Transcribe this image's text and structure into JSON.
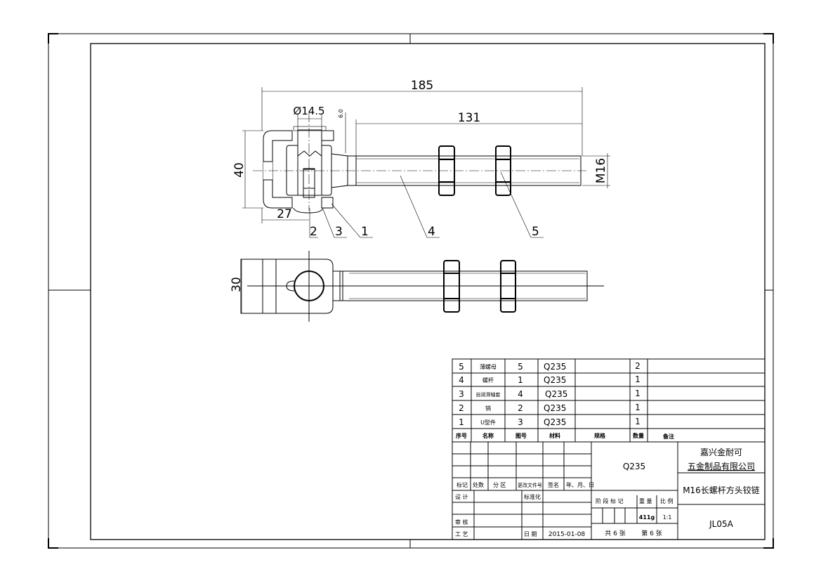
{
  "drawing": {
    "dims": {
      "overall_length": "185",
      "thread_length": "131",
      "bore": "Ø14.5",
      "gap": "6.0",
      "head_height": "40",
      "offset": "27",
      "thread": "M16",
      "width": "30"
    },
    "balloons": [
      "2",
      "3",
      "1",
      "4",
      "5"
    ]
  },
  "parts_list": {
    "header": [
      "序号",
      "名称",
      "图号",
      "材料",
      "规格",
      "数量",
      "备注"
    ],
    "rows": [
      {
        "no": "5",
        "name": "薄螺母",
        "drawing_no": "5",
        "material": "Q235",
        "spec": "",
        "qty": "2",
        "remark": ""
      },
      {
        "no": "4",
        "name": "螺杆",
        "drawing_no": "1",
        "material": "Q235",
        "spec": "",
        "qty": "1",
        "remark": ""
      },
      {
        "no": "3",
        "name": "自润滑轴套",
        "drawing_no": "4",
        "material": "Q235",
        "spec": "",
        "qty": "1",
        "remark": ""
      },
      {
        "no": "2",
        "name": "销",
        "drawing_no": "2",
        "material": "Q235",
        "spec": "",
        "qty": "1",
        "remark": ""
      },
      {
        "no": "1",
        "name": "U型件",
        "drawing_no": "3",
        "material": "Q235",
        "spec": "",
        "qty": "1",
        "remark": ""
      }
    ]
  },
  "title_block": {
    "revision_headers": [
      "标记",
      "处数",
      "分 区",
      "更改文件号",
      "签名",
      "年、月、日"
    ],
    "design": "设 计",
    "standardization": "标准化",
    "review": "审 核",
    "process": "工 艺",
    "date_label": "日 期",
    "date": "2015-01-08",
    "material": "Q235",
    "company_line1": "嘉兴金耐可",
    "company_line2": "五金制品有限公司",
    "title": "M16长螺杆方头铰链",
    "stage_label": "阶 段 标 记",
    "weight_label": "重 量",
    "scale_label": "比 例",
    "weight": "411g",
    "scale": "1:1",
    "sheets_total": "共 6 张",
    "sheet_no": "第 6 张",
    "drawing_no": "JL05A"
  }
}
